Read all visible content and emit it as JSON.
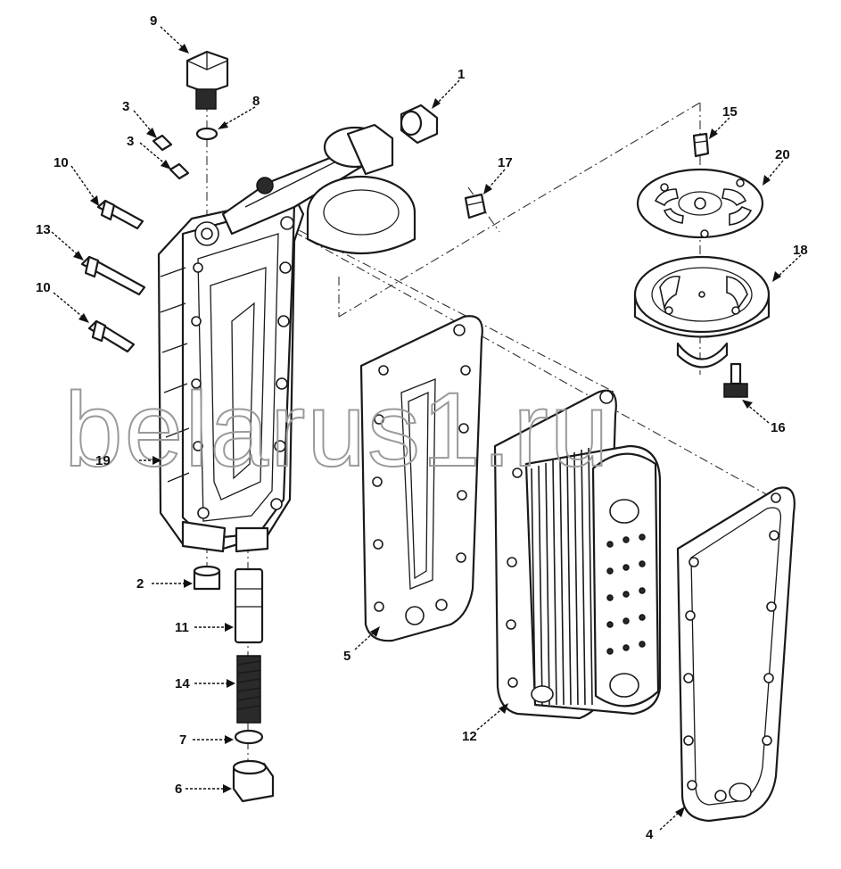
{
  "watermark": "belarus1.ru",
  "callouts": [
    {
      "id": "c1",
      "label": "1"
    },
    {
      "id": "c2",
      "label": "2"
    },
    {
      "id": "c3a",
      "label": "3"
    },
    {
      "id": "c3b",
      "label": "3"
    },
    {
      "id": "c4",
      "label": "4"
    },
    {
      "id": "c5",
      "label": "5"
    },
    {
      "id": "c6",
      "label": "6"
    },
    {
      "id": "c7",
      "label": "7"
    },
    {
      "id": "c8",
      "label": "8"
    },
    {
      "id": "c9",
      "label": "9"
    },
    {
      "id": "c10a",
      "label": "10"
    },
    {
      "id": "c10b",
      "label": "10"
    },
    {
      "id": "c11",
      "label": "11"
    },
    {
      "id": "c12",
      "label": "12"
    },
    {
      "id": "c13",
      "label": "13"
    },
    {
      "id": "c14",
      "label": "14"
    },
    {
      "id": "c15",
      "label": "15"
    },
    {
      "id": "c16",
      "label": "16"
    },
    {
      "id": "c17",
      "label": "17"
    },
    {
      "id": "c18",
      "label": "18"
    },
    {
      "id": "c19",
      "label": "19"
    },
    {
      "id": "c20",
      "label": "20"
    }
  ],
  "style": {
    "ink": "#1a1a1a",
    "background": "#ffffff",
    "watermark_color": "#9a9a9a"
  }
}
